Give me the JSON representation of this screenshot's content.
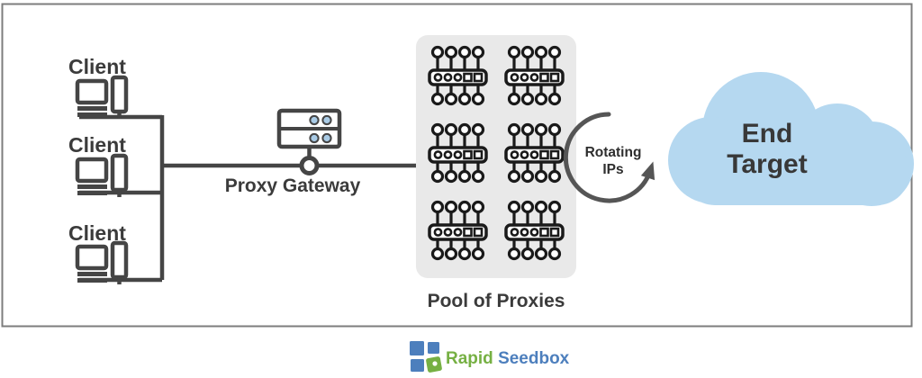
{
  "diagram": {
    "clients": [
      {
        "label": "Client"
      },
      {
        "label": "Client"
      },
      {
        "label": "Client"
      }
    ],
    "gateway": {
      "label": "Proxy Gateway"
    },
    "pool": {
      "label": "Pool of Proxies",
      "rows": 3,
      "cols": 2
    },
    "rotating_arrow": {
      "label_line1": "Rotating",
      "label_line2": "IPs"
    },
    "end_target": {
      "label_line1": "End",
      "label_line2": "Target"
    }
  },
  "footer": {
    "logo": {
      "part1": "Rapid",
      "part2": "Seedbox"
    }
  },
  "colors": {
    "line": "#454545",
    "frame_border": "#7d7d7d",
    "pool_bg": "#e9e9e9",
    "cloud": "#b5d8f0",
    "server_dot": "#a9cbe6",
    "arrow": "#555555",
    "logo_green": "#76b043",
    "logo_blue": "#4d7fbd"
  }
}
